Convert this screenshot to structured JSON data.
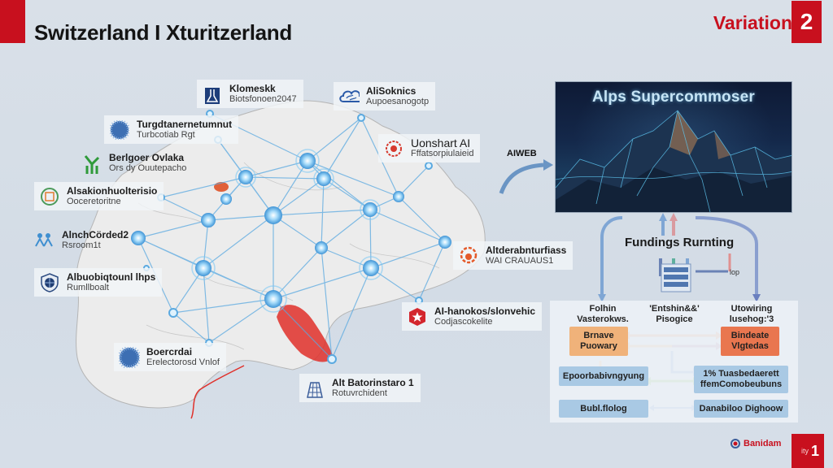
{
  "header": {
    "title": "Switzerland I Xturitzerland",
    "variation_label": "Variation",
    "variation_number": "2",
    "accent_color": "#c8101e"
  },
  "map": {
    "organizations": [
      {
        "id": "klomeskk",
        "name": "Klomeskk",
        "sub": "Biotsfonoen2047",
        "icon": "flask-icon"
      },
      {
        "id": "alisoknics",
        "name": "AliSoknics",
        "sub": "Aupoesanogotp",
        "icon": "brain-cloud-icon"
      },
      {
        "id": "turgdi",
        "name": "Turgdtanernetumnut",
        "sub": "Turbcotiab Rgt",
        "icon": "globe-icon"
      },
      {
        "id": "uonshart",
        "name": "Uonshart AI",
        "sub": "Fffatsorpiulaieid",
        "icon": "neural-emblem-icon"
      },
      {
        "id": "berlgoer",
        "name": "Berlgoer Ovlaka",
        "sub": "Ors dy Ouutepacho",
        "icon": "wind-turbine-icon"
      },
      {
        "id": "alsakion",
        "name": "Alsakionhuolterisio",
        "sub": "Ooceretoritne",
        "icon": "circuit-globe-icon"
      },
      {
        "id": "alnch",
        "name": "AlnchCörded2",
        "sub": "Rsroom1t",
        "icon": "people-icon"
      },
      {
        "id": "albuobig",
        "name": "Albuobiqtounl lhps",
        "sub": "Rumllboalt",
        "icon": "shield-globe-icon"
      },
      {
        "id": "altdera",
        "name": "Altderabnturfiass",
        "sub": "WAI CRAUAUS1",
        "icon": "lotus-icon"
      },
      {
        "id": "aihano",
        "name": "AI-hanokos/slonvehic",
        "sub": "Codjascokelite",
        "icon": "swiss-cross-icon"
      },
      {
        "id": "boercrdi",
        "name": "Boercrdai",
        "sub": "Erelectorosd Vnlof",
        "icon": "globe-icon"
      },
      {
        "id": "aibator",
        "name": "Alt Batorinstaro 1",
        "sub": "Rotuvrchident",
        "icon": "building-grid-icon"
      }
    ],
    "link_color": "#5aa9e0",
    "node_color": "#7cc8f5",
    "region_highlight_color": "#e0302a"
  },
  "supercomputer": {
    "arrow_label": "AIWEB",
    "title": "Alps Supercommoser"
  },
  "funding": {
    "title": "Fundings Rurnting",
    "side_label": "lop",
    "columns": [
      {
        "label_line1": "Folhin",
        "label_line2": "Vasterokws."
      },
      {
        "label_line1": "'Entshin&&'",
        "label_line2": "Pisogice"
      },
      {
        "label_line1": "Utowiring",
        "label_line2": "lusehog:'3"
      }
    ],
    "boxes": {
      "left_top": {
        "line1": "Brnave",
        "line2": "Puowary"
      },
      "right_top": {
        "line1": "Bindeate",
        "line2": "Vlgtedas"
      },
      "left_mid": {
        "line1": "Epoorbabivngyung"
      },
      "right_mid": {
        "line1": "1% Tuasbedaerett",
        "line2": "ffemComobeubuns"
      },
      "left_bottom": {
        "line1": "Bubl.flolog"
      },
      "right_bottom": {
        "line1": "Danabiloo Dighoow"
      }
    }
  },
  "footer": {
    "logo_text": "Banidam",
    "badge_small": "ity",
    "badge_number": "1"
  }
}
